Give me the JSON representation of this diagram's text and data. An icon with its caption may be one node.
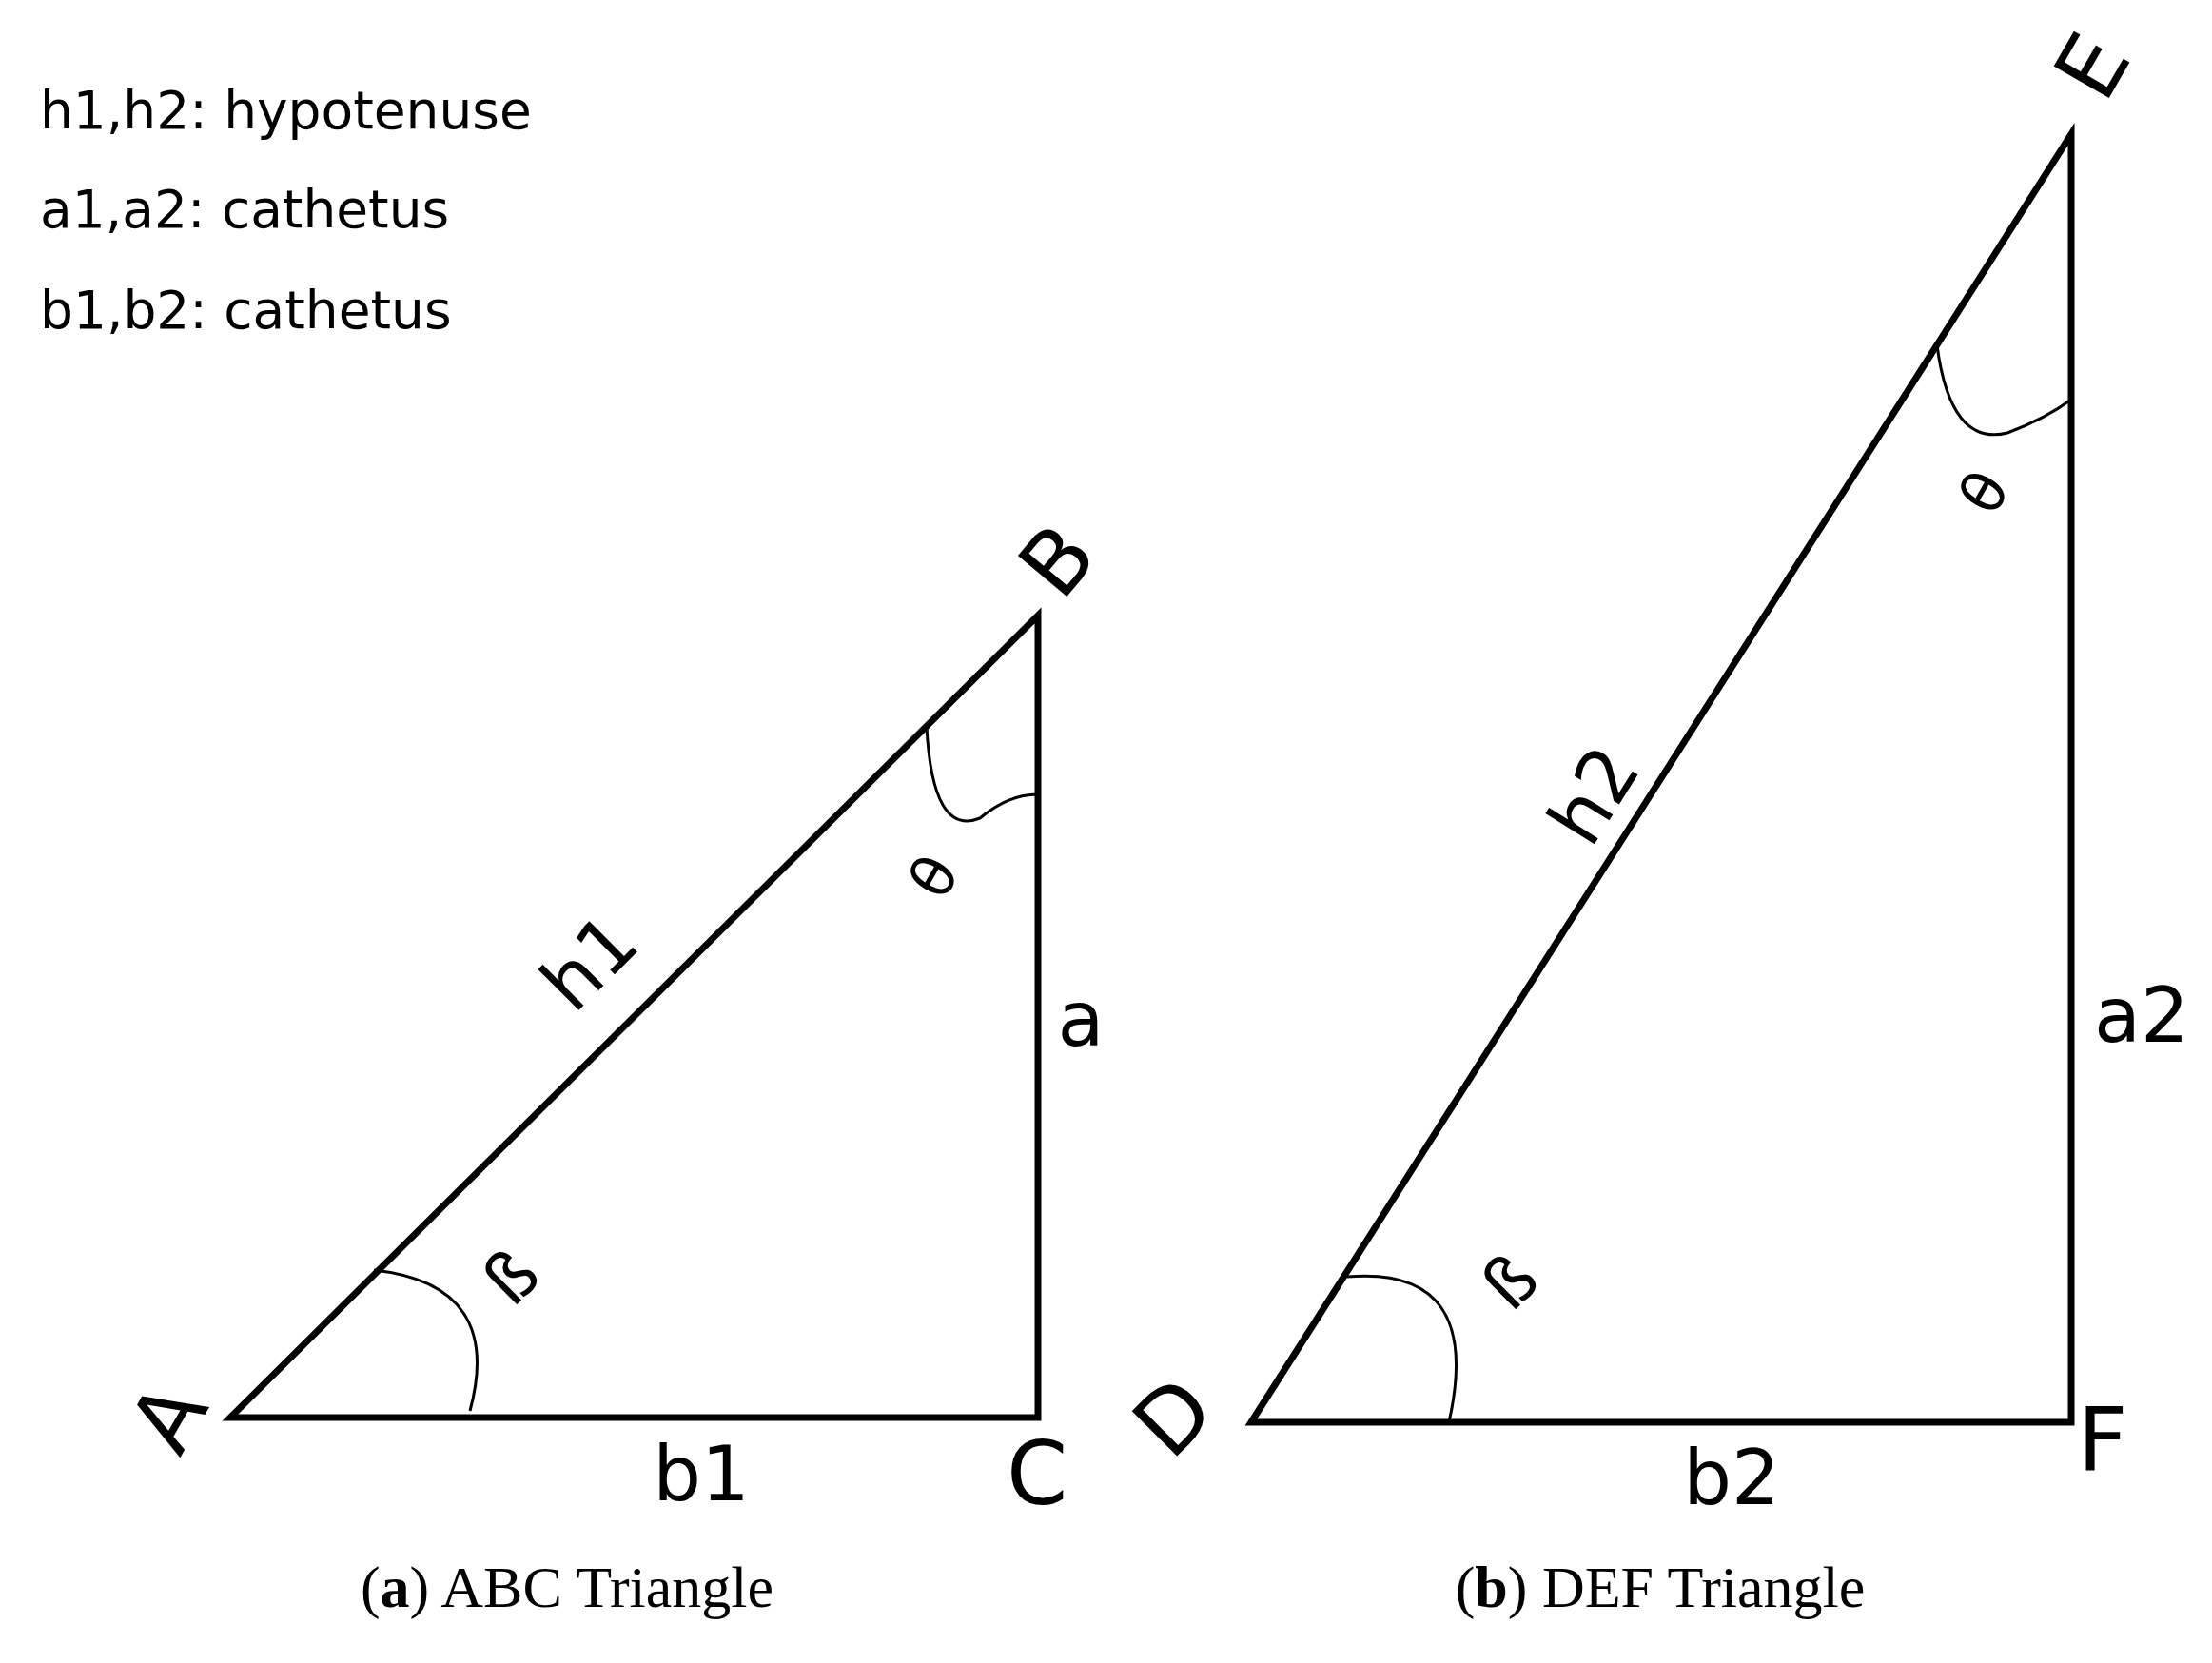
{
  "diagram": {
    "labels": [
      "h1,h2: hypotenuse",
      "a1,a2: cathetus",
      "b1,b2: cathetus",
      "E",
      "B",
      "θ",
      "θ",
      "h2",
      "h1",
      "a",
      "a2",
      "ß",
      "ß",
      "A",
      "D",
      "F",
      "b1",
      "C",
      "b2",
      "(**a**) ABC Triangle",
      "(**b**) DEF Triangle"
    ]
  }
}
